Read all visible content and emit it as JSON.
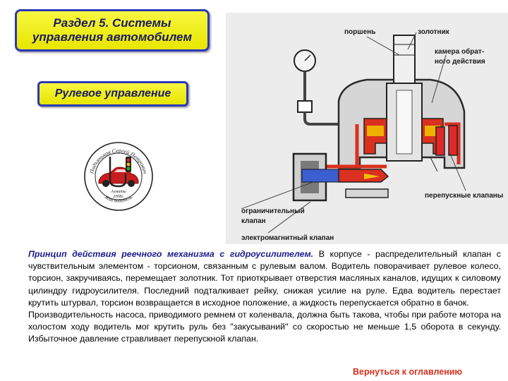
{
  "title": {
    "line1": "Раздел 5. Системы",
    "line2": "управления автомобилем"
  },
  "subtitle": "Рулевое управление",
  "seal": {
    "arc_top": "Подъячьков Сергей Петрович",
    "arc_bottom": "Жив водитель",
    "center_line1": "Алматы",
    "center_line2": "2008г."
  },
  "diagram": {
    "labels": {
      "piston": "поршень",
      "spool": "золотник",
      "reverse_chamber_1": "камера обрат-",
      "reverse_chamber_2": "ного действия",
      "bypass_valves": "перепускные клапаны",
      "limit_valve_1": "ограничительный",
      "limit_valve_2": "клапан",
      "solenoid_valve": "электромагнитный клапан"
    }
  },
  "body": {
    "lead": "Принцип действия реечного механизма с гидроусилителем.",
    "p1": " В корпусе - распределительный клапан с чувствительным элементом - торсионом, связанным с рулевым валом. Водитель поворачивает рулевое колесо, торсион, закручиваясь, перемещает золотник. Тот приоткрывает отверстия масляных каналов, идущих к силовому цилиндру гидроусилителя. Последний подталкивает рейку, снижая усилие на руле. Едва водитель перестает крутить штурвал, торсион возвращается в исходное положение, а жидкость перепускается обратно в бачок.",
    "p2": "Производительность насоса, приводимого ремнем от коленвала, должна быть такова, чтобы при работе мотора на холостом ходу водитель мог крутить руль без \"закусываний\" со скоростью не меньше 1,5 оборота в секунду. Избыточное давление стравливает перепускной клапан."
  },
  "back_link": "Вернуться к оглавлению",
  "colors": {
    "title_bg": "#eceb1a",
    "title_border": "#2b39b8",
    "lead_text": "#1a1a8c",
    "link": "#d9301f"
  }
}
